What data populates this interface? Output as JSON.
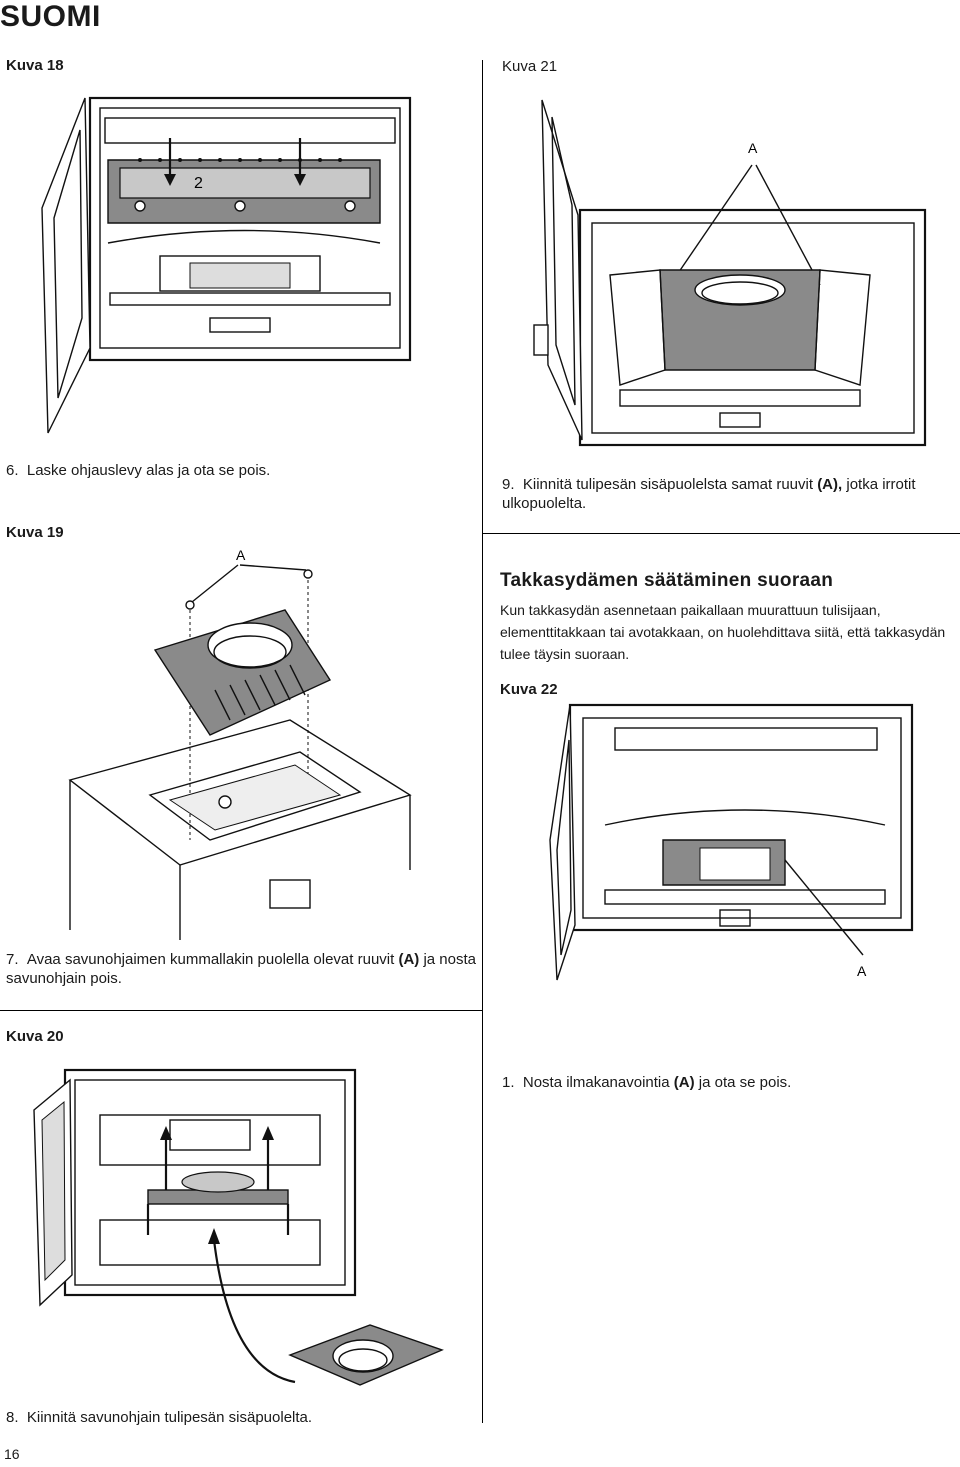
{
  "header": {
    "language": "SUOMI"
  },
  "page_number": "16",
  "figures": {
    "kuva18": {
      "caption": "Kuva 18",
      "label_2": "2"
    },
    "kuva19": {
      "caption": "Kuva 19",
      "label_a": "A"
    },
    "kuva20": {
      "caption": "Kuva 20"
    },
    "kuva21": {
      "caption": "Kuva 21",
      "label_a": "A"
    },
    "kuva22": {
      "caption": "Kuva 22",
      "label_a": "A"
    }
  },
  "steps": {
    "s6": {
      "num": "6.",
      "text": "Laske ohjauslevy alas ja ota se pois."
    },
    "s7": {
      "num": "7.",
      "text_pre": "Avaa savunohjaimen kummallakin puolella olevat ruuvit ",
      "ref": "(A)",
      "text_post": " ja nosta savunohjain pois."
    },
    "s8": {
      "num": "8.",
      "text": "Kiinnitä savunohjain tulipesän sisäpuolelta."
    },
    "s9": {
      "num": "9.",
      "text_pre": "Kiinnitä tulipesän sisäpuolelsta samat ruuvit ",
      "ref": "(A),",
      "text_post": " jotka irrotit ulkopuolelta."
    },
    "s1": {
      "num": "1.",
      "text_pre": "Nosta ilmakanavointia ",
      "ref": "(A)",
      "text_post": " ja ota se pois."
    }
  },
  "section": {
    "title": "Takkasydämen säätäminen suoraan",
    "body": "Kun takkasydän asennetaan paikallaan muurattuun tulisijaan, elementtitakkaan tai avotakkaan, on huolehdittava siitä, että takkasydän tulee täysin suoraan."
  }
}
